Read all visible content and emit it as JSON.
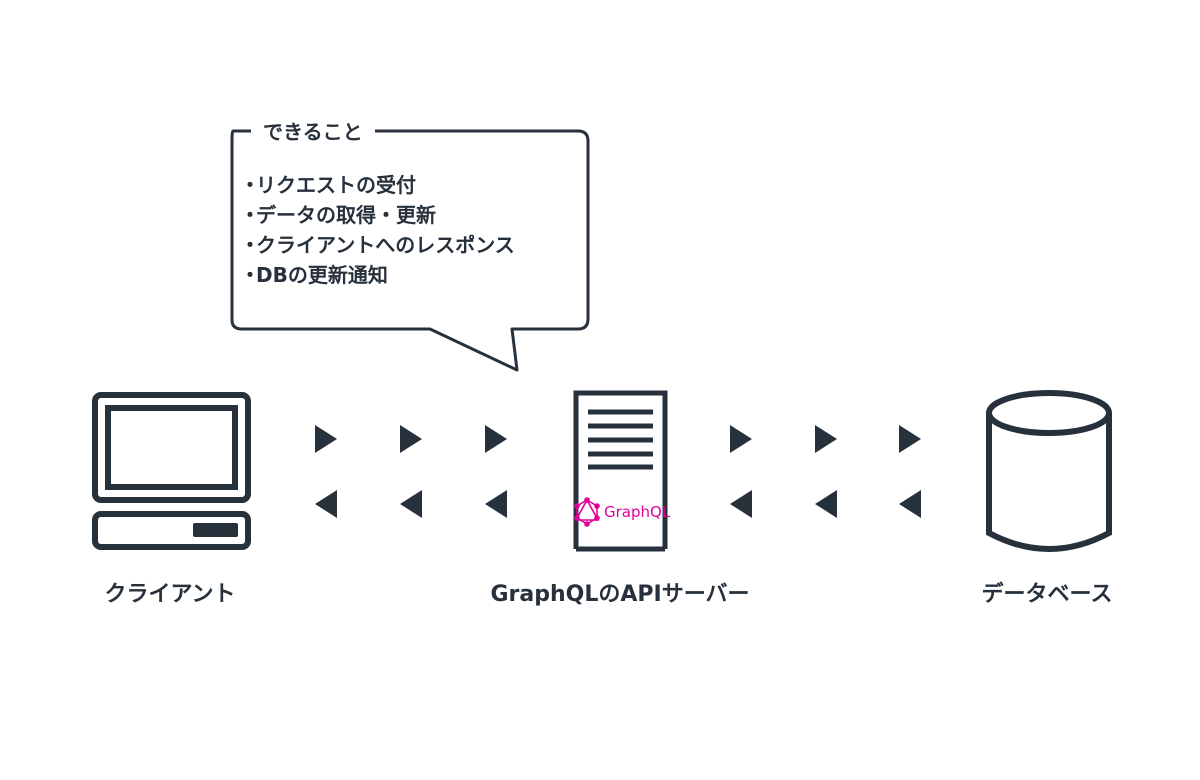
{
  "bubble": {
    "title": "できること",
    "items": [
      "リクエストの受付",
      "データの取得・更新",
      "クライアントへのレスポンス",
      "DBの更新通知"
    ]
  },
  "nodes": {
    "client": {
      "label": "クライアント",
      "icon": "computer-icon"
    },
    "server": {
      "label": "GraphQLのAPIサーバー",
      "icon": "server-icon",
      "badge": "GraphQL",
      "badge_icon": "graphql-logo-icon"
    },
    "database": {
      "label": "データベース",
      "icon": "database-icon"
    }
  },
  "colors": {
    "stroke": "#27313c",
    "graphql": "#e10098",
    "background": "#ffffff"
  }
}
